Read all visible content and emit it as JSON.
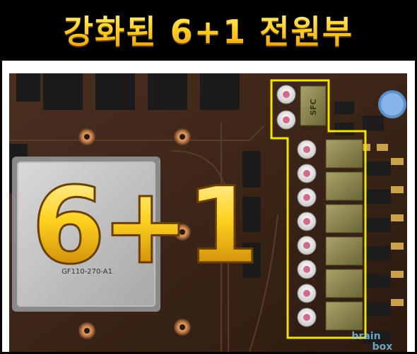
{
  "banner": {
    "title": "강화된 6+1 전원부"
  },
  "photo": {
    "big_overlay": "6+1",
    "gpu_marking": "GF110-270-A1",
    "sfc_choke": "SFC",
    "watermark_top": "brain",
    "watermark_bottom": "box",
    "highlight_color": "#f2e300",
    "pcb_color": "#3a2418",
    "overlay_gold_light": "#fff0a0",
    "overlay_gold_dark": "#c07a00"
  }
}
